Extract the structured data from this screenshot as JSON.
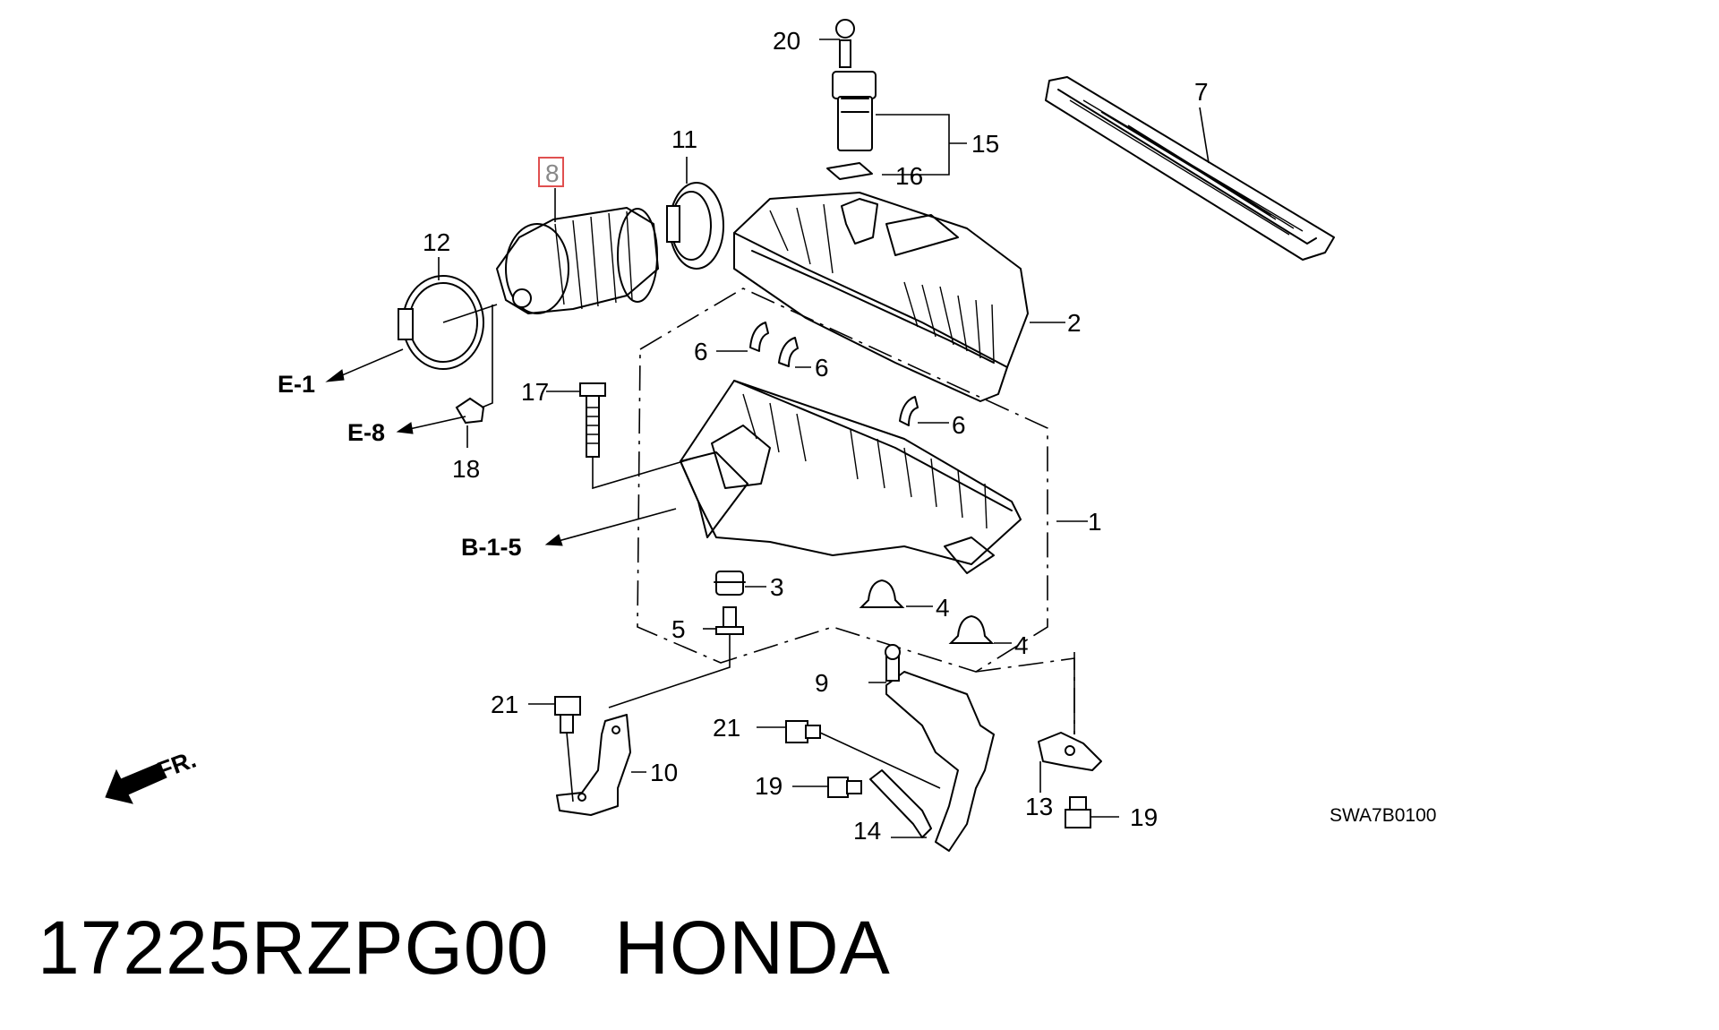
{
  "diagram": {
    "callouts": {
      "c1": "1",
      "c2": "2",
      "c3": "3",
      "c4a": "4",
      "c4b": "4",
      "c5": "5",
      "c6a": "6",
      "c6b": "6",
      "c6c": "6",
      "c7": "7",
      "c8": "8",
      "c9": "9",
      "c10": "10",
      "c11": "11",
      "c12": "12",
      "c13": "13",
      "c14": "14",
      "c15": "15",
      "c16": "16",
      "c17": "17",
      "c18": "18",
      "c19a": "19",
      "c19b": "19",
      "c20": "20",
      "c21a": "21",
      "c21b": "21"
    },
    "references": {
      "e1": "E-1",
      "e8": "E-8",
      "b15": "B-1-5",
      "front": "FR."
    },
    "diagram_code": "SWA7B0100",
    "highlighted_part": "8"
  },
  "caption": {
    "part_number": "17225RZPG00",
    "brand": "HONDA",
    "text": "17225RZPG00   HONDA"
  }
}
